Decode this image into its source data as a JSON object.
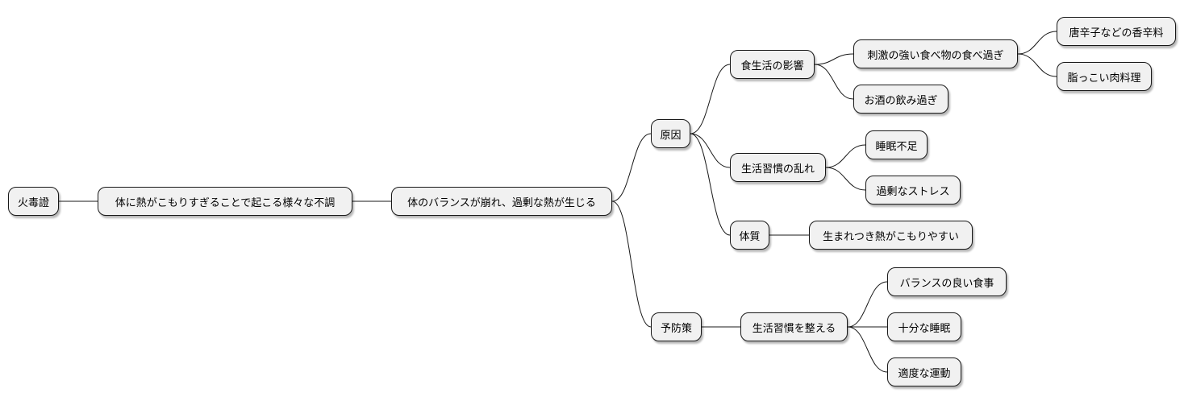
{
  "mindmap": {
    "root": {
      "id": "n0",
      "label": "火毒證",
      "children": [
        {
          "id": "n1",
          "label": "体に熱がこもりすぎることで起こる様々な不調",
          "children": [
            {
              "id": "n2",
              "label": "体のバランスが崩れ、過剰な熱が生じる",
              "children": [
                {
                  "id": "n3",
                  "label": "原因",
                  "children": [
                    {
                      "id": "n4",
                      "label": "食生活の影響",
                      "children": [
                        {
                          "id": "n5",
                          "label": "刺激の強い食べ物の食べ過ぎ",
                          "children": [
                            {
                              "id": "n6",
                              "label": "唐辛子などの香辛料"
                            },
                            {
                              "id": "n7",
                              "label": "脂っこい肉料理"
                            }
                          ]
                        },
                        {
                          "id": "n8",
                          "label": "お酒の飲み過ぎ"
                        }
                      ]
                    },
                    {
                      "id": "n9",
                      "label": "生活習慣の乱れ",
                      "children": [
                        {
                          "id": "n10",
                          "label": "睡眠不足"
                        },
                        {
                          "id": "n11",
                          "label": "過剰なストレス"
                        }
                      ]
                    },
                    {
                      "id": "n12",
                      "label": "体質",
                      "children": [
                        {
                          "id": "n13",
                          "label": "生まれつき熱がこもりやすい"
                        }
                      ]
                    }
                  ]
                },
                {
                  "id": "n14",
                  "label": "予防策",
                  "children": [
                    {
                      "id": "n15",
                      "label": "生活習慣を整える",
                      "children": [
                        {
                          "id": "n16",
                          "label": "バランスの良い食事"
                        },
                        {
                          "id": "n17",
                          "label": "十分な睡眠"
                        },
                        {
                          "id": "n18",
                          "label": "適度な運動"
                        }
                      ]
                    }
                  ]
                }
              ]
            }
          ]
        }
      ]
    }
  }
}
